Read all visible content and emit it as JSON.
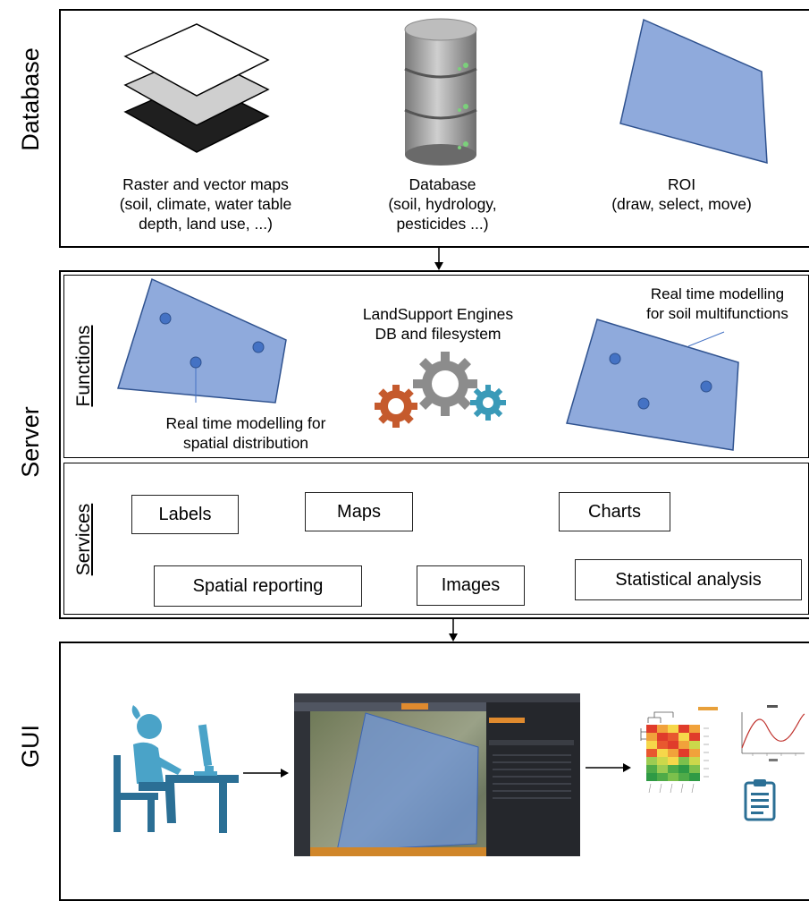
{
  "sections": {
    "database": {
      "label": "Database",
      "raster": {
        "caption": "Raster and vector maps\n(soil, climate, water table\ndepth, land use, ...)"
      },
      "db": {
        "caption": "Database\n(soil, hydrology,\npesticides ...)"
      },
      "roi": {
        "caption": "ROI\n(draw, select, move)"
      }
    },
    "server": {
      "label": "Server",
      "functions": {
        "label": "Functions",
        "left_caption": "Real time modelling for\nspatial distribution",
        "engines_caption": "LandSupport Engines\nDB and filesystem",
        "right_caption": "Real time modelling\nfor soil multifunctions"
      },
      "services": {
        "label": "Services",
        "items": [
          "Labels",
          "Maps",
          "Charts",
          "Spatial reporting",
          "Images",
          "Statistical analysis"
        ]
      }
    },
    "gui": {
      "label": "GUI"
    }
  },
  "colors": {
    "roi_fill": "#8faadc",
    "roi_stroke": "#2f528f",
    "point_fill": "#4472c4",
    "gear_gray": "#8c8c8c",
    "gear_orange": "#c55a2d",
    "gear_teal": "#3a9ab8",
    "person": "#4aa3c8",
    "person_dark": "#2b6f95"
  }
}
